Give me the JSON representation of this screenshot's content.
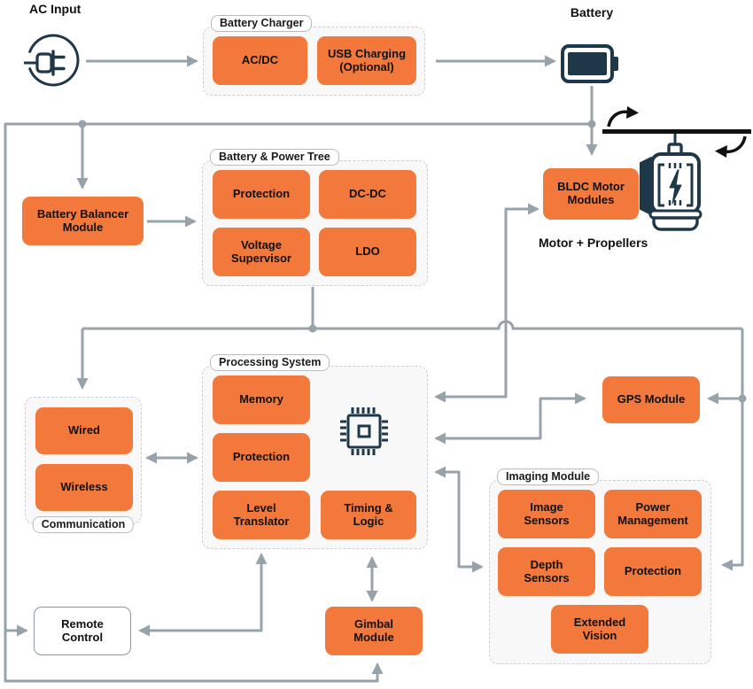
{
  "colors": {
    "block_orange": "#f2793b",
    "navy": "#1f3849",
    "line_gray": "#97a3ab",
    "propeller_black": "#111111"
  },
  "standalone": {
    "ac_input": "AC Input",
    "battery": "Battery",
    "motor_propellers": "Motor + Propellers",
    "battery_balancer": "Battery Balancer\nModule",
    "bldc": "BLDC Motor\nModules",
    "gps": "GPS Module",
    "remote": "Remote\nControl",
    "gimbal": "Gimbal\nModule"
  },
  "groups": {
    "battery_charger": {
      "title": "Battery Charger",
      "blocks": {
        "acdc": "AC/DC",
        "usb": "USB Charging\n(Optional)"
      }
    },
    "power_tree": {
      "title": "Battery & Power Tree",
      "blocks": {
        "protection": "Protection",
        "dcdc": "DC-DC",
        "vsup": "Voltage\nSupervisor",
        "ldo": "LDO"
      }
    },
    "processing": {
      "title": "Processing System",
      "blocks": {
        "memory": "Memory",
        "protection": "Protection",
        "level": "Level\nTranslator",
        "timing": "Timing &\nLogic"
      }
    },
    "communication": {
      "title": "Communication",
      "blocks": {
        "wired": "Wired",
        "wireless": "Wireless"
      }
    },
    "imaging": {
      "title": "Imaging Module",
      "blocks": {
        "image_sensors": "Image\nSensors",
        "power_mgmt": "Power\nManagement",
        "depth": "Depth\nSensors",
        "protection": "Protection",
        "extended": "Extended\nVision"
      }
    }
  }
}
